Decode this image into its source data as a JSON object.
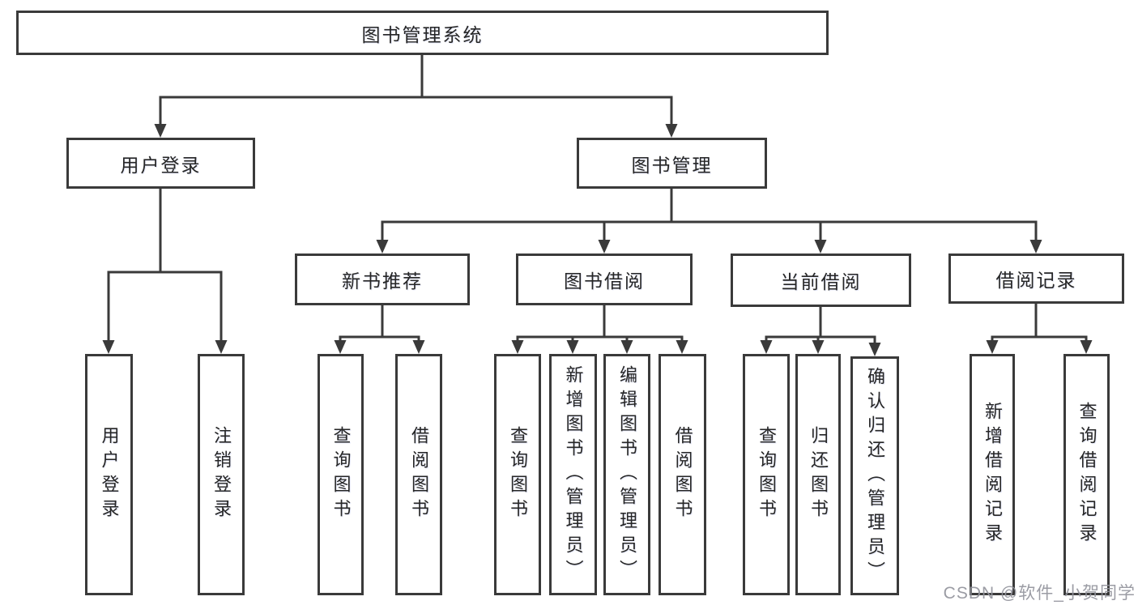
{
  "colors": {
    "line": "#3a3a3a",
    "box_border": "#3a3a3a",
    "text": "#262626",
    "background": "#ffffff",
    "watermark": "#93949c"
  },
  "watermark": {
    "text": "CSDN @软件_小贺同学"
  },
  "tree": {
    "label": "图书管理系统",
    "children": [
      {
        "label": "用户登录",
        "children": [
          {
            "label": "用户登录"
          },
          {
            "label": "注销登录"
          }
        ]
      },
      {
        "label": "图书管理",
        "children": [
          {
            "label": "新书推荐",
            "children": [
              {
                "label": "查询图书"
              },
              {
                "label": "借阅图书"
              }
            ]
          },
          {
            "label": "图书借阅",
            "children": [
              {
                "label": "查询图书"
              },
              {
                "label": "新增图书（管理员）"
              },
              {
                "label": "编辑图书（管理员）"
              },
              {
                "label": "借阅图书"
              }
            ]
          },
          {
            "label": "当前借阅",
            "children": [
              {
                "label": "查询图书"
              },
              {
                "label": "归还图书"
              },
              {
                "label": "确认归还（管理员）"
              }
            ]
          },
          {
            "label": "借阅记录",
            "children": [
              {
                "label": "新增借阅记录"
              },
              {
                "label": "查询借阅记录"
              }
            ]
          }
        ]
      }
    ]
  }
}
